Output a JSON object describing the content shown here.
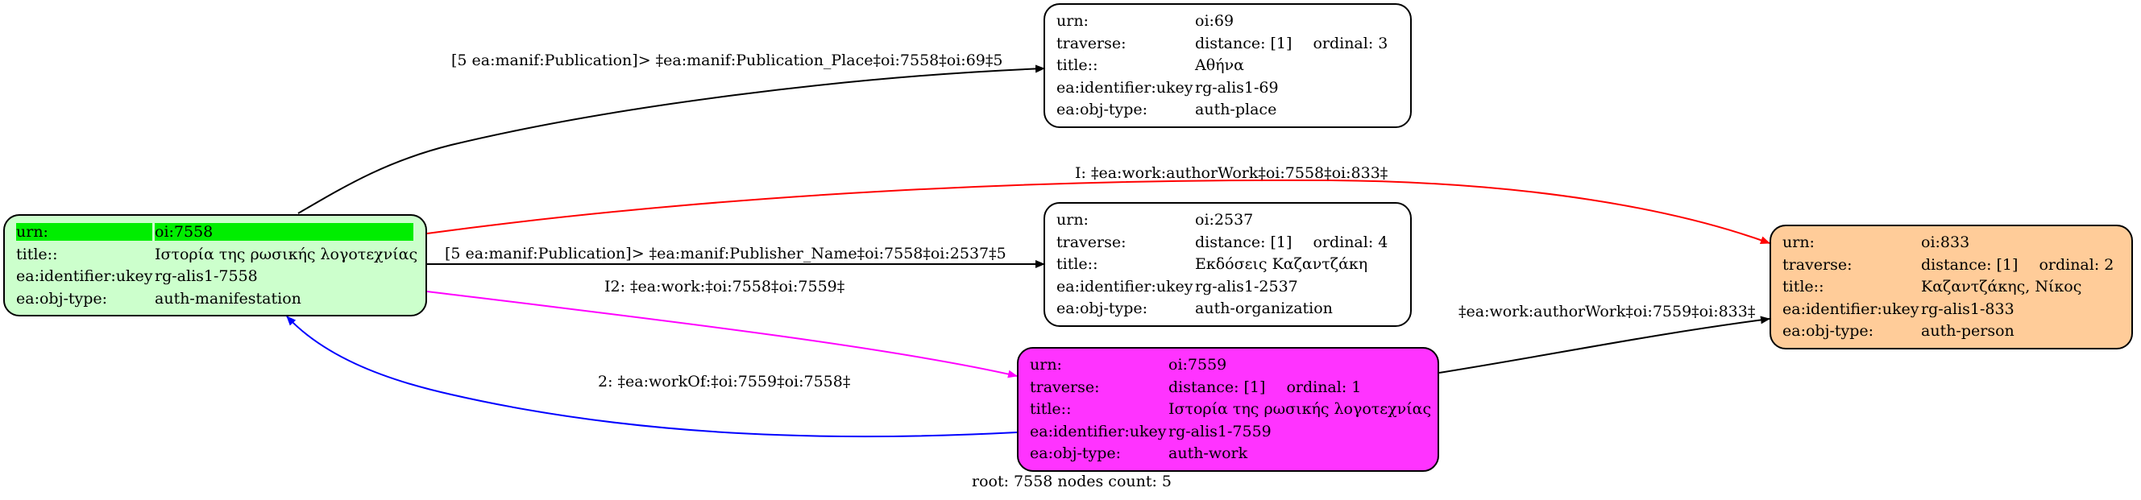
{
  "nodes": {
    "oi7558": {
      "fill": "#ccffcc",
      "rows": [
        {
          "key": "urn:",
          "val": "oi:7558"
        },
        {
          "key": "title::",
          "val": "Ιστορία της ρωσικής λογοτεχνίας"
        },
        {
          "key": "ea:identifier:ukey",
          "val": "rg-alis1-7558"
        },
        {
          "key": "ea:obj-type:",
          "val": "auth-manifestation"
        }
      ]
    },
    "oi69": {
      "fill": "#ffffff",
      "rows": [
        {
          "key": "urn:",
          "val": "oi:69"
        },
        {
          "key": "traverse:",
          "val": "distance: [1]",
          "val2": "ordinal: 3"
        },
        {
          "key": "title::",
          "val": "Αθήνα"
        },
        {
          "key": "ea:identifier:ukey",
          "val": "rg-alis1-69"
        },
        {
          "key": "ea:obj-type:",
          "val": "auth-place"
        }
      ]
    },
    "oi2537": {
      "fill": "#ffffff",
      "rows": [
        {
          "key": "urn:",
          "val": "oi:2537"
        },
        {
          "key": "traverse:",
          "val": "distance: [1]",
          "val2": "ordinal: 4"
        },
        {
          "key": "title::",
          "val": "Εκδόσεις Καζαντζάκη"
        },
        {
          "key": "ea:identifier:ukey",
          "val": "rg-alis1-2537"
        },
        {
          "key": "ea:obj-type:",
          "val": "auth-organization"
        }
      ]
    },
    "oi7559": {
      "fill": "#ff33ff",
      "rows": [
        {
          "key": "urn:",
          "val": "oi:7559"
        },
        {
          "key": "traverse:",
          "val": "distance: [1]",
          "val2": "ordinal: 1"
        },
        {
          "key": "title::",
          "val": "Ιστορία της ρωσικής λογοτεχνίας"
        },
        {
          "key": "ea:identifier:ukey",
          "val": "rg-alis1-7559"
        },
        {
          "key": "ea:obj-type:",
          "val": "auth-work"
        }
      ]
    },
    "oi833": {
      "fill": "#ffcc99",
      "rows": [
        {
          "key": "urn:",
          "val": "oi:833"
        },
        {
          "key": "traverse:",
          "val": "distance: [1]",
          "val2": "ordinal: 2"
        },
        {
          "key": "title::",
          "val": "Καζαντζάκης, Νίκος"
        },
        {
          "key": "ea:identifier:ukey",
          "val": "rg-alis1-833"
        },
        {
          "key": "ea:obj-type:",
          "val": "auth-person"
        }
      ]
    }
  },
  "edges": {
    "publication_place": {
      "label": "[5 ea:manif:Publication]> ‡ea:manif:Publication_Place‡oi:7558‡oi:69‡5",
      "color": "#000000"
    },
    "author_work": {
      "label": "I: ‡ea:work:authorWork‡oi:7558‡oi:833‡",
      "color": "#ff0000"
    },
    "publisher_name": {
      "label": "[5 ea:manif:Publication]> ‡ea:manif:Publisher_Name‡oi:7558‡oi:2537‡5",
      "color": "#000000"
    },
    "work": {
      "label": "I2: ‡ea:work:‡oi:7558‡oi:7559‡",
      "color": "#ff00ff"
    },
    "work_of": {
      "label": "2: ‡ea:workOf:‡oi:7559‡oi:7558‡",
      "color": "#0000ff"
    },
    "author_work_7559": {
      "label": "‡ea:work:authorWork‡oi:7559‡oi:833‡",
      "color": "#000000"
    }
  },
  "footer": "root: 7558 nodes count: 5"
}
